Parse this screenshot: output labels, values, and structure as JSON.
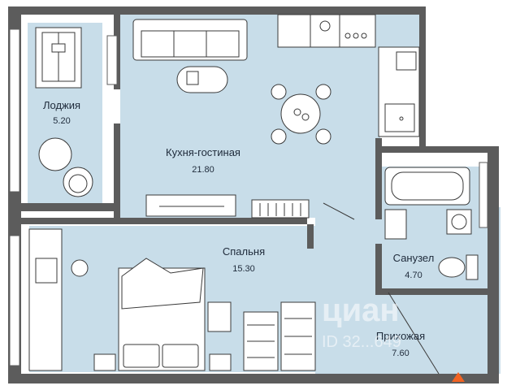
{
  "rooms": {
    "loggia": {
      "name": "Лоджия",
      "area": "5.20"
    },
    "kitchen": {
      "name": "Кухня-гостиная",
      "area": "21.80"
    },
    "bedroom": {
      "name": "Спальня",
      "area": "15.30"
    },
    "bathroom": {
      "name": "Санузел",
      "area": "4.70"
    },
    "hall": {
      "name": "Прихожая",
      "area": "7.60"
    }
  },
  "watermark": {
    "brand": "циан",
    "id": "ID 32...649"
  },
  "colors": {
    "floor": "#c8dde9",
    "wall": "#5c5c5c",
    "furniture": "#ffffff",
    "line": "#3a3a3a",
    "entrance": "#f26322"
  },
  "icons": [
    "sofa-icon",
    "dining-table-icon",
    "stove-icon",
    "sink-icon",
    "exercise-machine-icon",
    "armchair-icon",
    "tv-unit-icon",
    "bookshelf-icon",
    "bed-icon",
    "desk-icon",
    "wardrobe-icon",
    "bathtub-icon",
    "toilet-icon",
    "washbasin-icon",
    "radiator-icon",
    "entrance-arrow-icon"
  ]
}
